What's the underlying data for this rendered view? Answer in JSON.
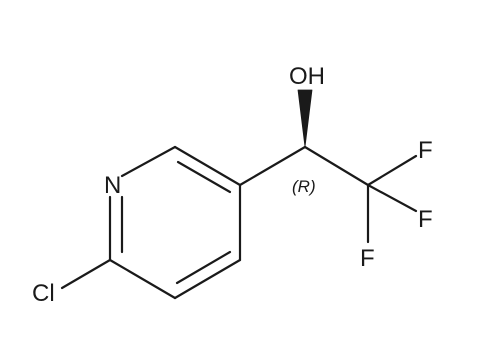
{
  "molecule": {
    "atoms": {
      "hydroxyl": "OH",
      "nitrogen": "N",
      "chlorine": "Cl",
      "fluorine_1": "F",
      "fluorine_2": "F",
      "fluorine_3": "F"
    },
    "stereo_label": "(R)",
    "bond_color": "#1a1a1a"
  }
}
